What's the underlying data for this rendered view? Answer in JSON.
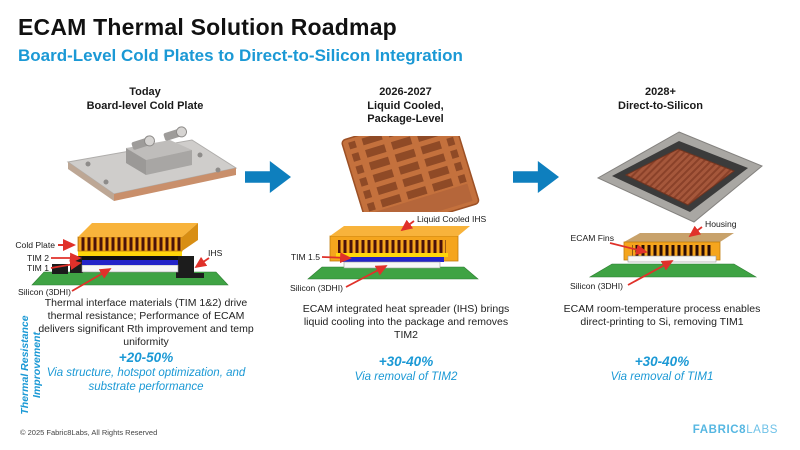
{
  "header": {
    "title": "ECAM Thermal Solution Roadmap",
    "subtitle": "Board-Level Cold Plates to Direct-to-Silicon Integration"
  },
  "vertical_axis_label": {
    "line1": "Thermal Resistance",
    "line2": "Improvement"
  },
  "columns": [
    {
      "heading1": "Today",
      "heading2": "Board-level Cold Plate",
      "diagram_labels": {
        "cold_plate": "Cold Plate",
        "tim2": "TIM 2",
        "tim1": "TIM 1",
        "silicon": "Silicon (3DHI)",
        "ihs": "IHS"
      },
      "description": "Thermal interface materials (TIM 1&2) drive thermal resistance; Performance of ECAM delivers significant Rth improvement and temp uniformity",
      "improvement": "+20-50%",
      "improvement_detail": "Via structure, hotspot optimization, and substrate performance"
    },
    {
      "heading1": "2026-2027",
      "heading2": "Liquid Cooled,",
      "heading3": "Package-Level",
      "diagram_labels": {
        "liquid_cooled_ihs": "Liquid Cooled IHS",
        "tim15": "TIM 1.5",
        "silicon": "Silicon (3DHI)"
      },
      "description": "ECAM integrated heat spreader (IHS) brings liquid cooling into the package and removes TIM2",
      "improvement": "+30-40%",
      "improvement_detail": "Via removal of TIM2"
    },
    {
      "heading1": "2028+",
      "heading2": "Direct-to-Silicon",
      "diagram_labels": {
        "ecam_fins": "ECAM Fins",
        "housing": "Housing",
        "silicon": "Silicon (3DHI)"
      },
      "description": "ECAM room-temperature process enables direct-printing to Si, removing TIM1",
      "improvement": "+30-40%",
      "improvement_detail": "Via removal of TIM1"
    }
  ],
  "footer": {
    "copyright": "© 2025 Fabric8Labs, All Rights Reserved",
    "logo_primary": "FABRIC8",
    "logo_secondary": "LABS"
  },
  "colors": {
    "accent_blue": "#1B99D5",
    "flow_arrow_blue": "#0E7FBE",
    "diagram_arrow_red": "#E0312A",
    "substrate_green": "#3FA344",
    "plate_orange": "#F5A51D",
    "tim_layer_blue": "#2323C8",
    "logo_blue": "#56B7E2"
  }
}
